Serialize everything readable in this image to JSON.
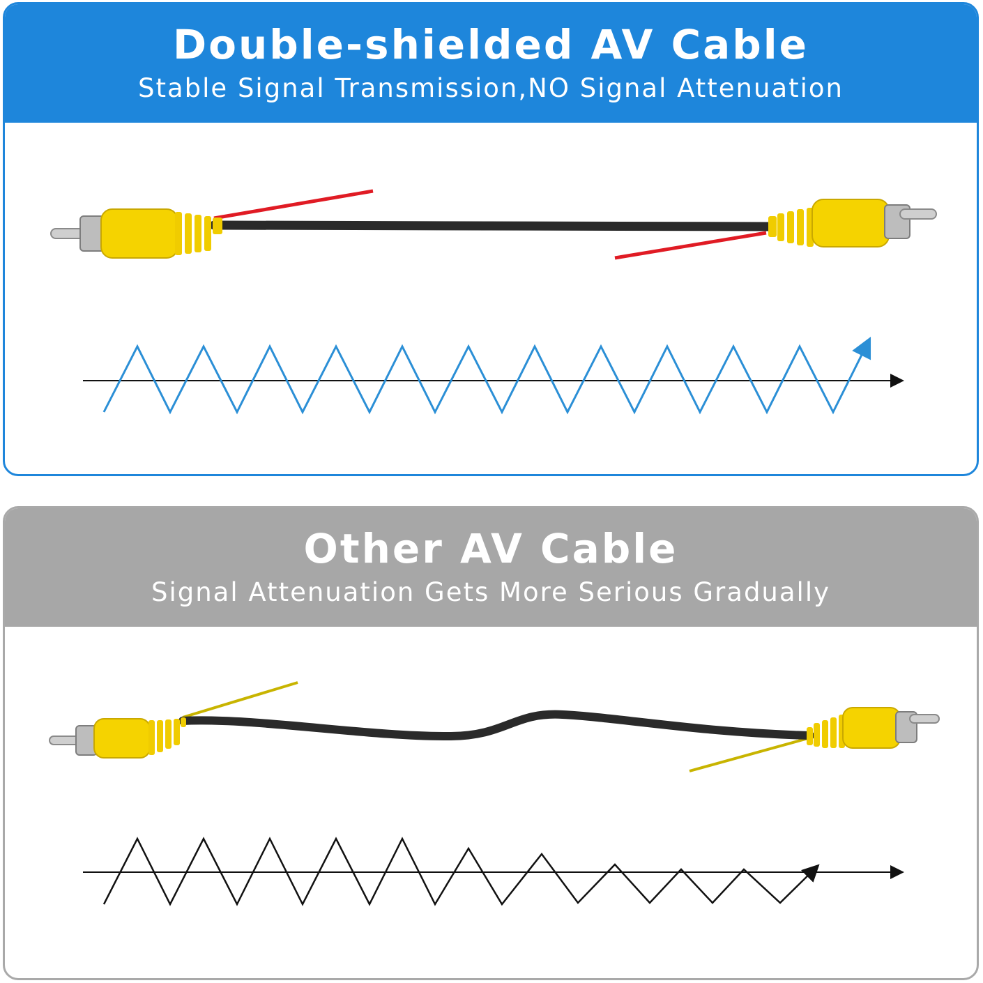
{
  "panels": {
    "top": {
      "title": "Double-shielded AV Cable",
      "subtitle": "Stable Signal Transmission,NO Signal Attenuation",
      "accent_color": "#1e86db",
      "signal_color": "#2b8fd6",
      "signal_pattern": "constant-amplitude"
    },
    "bottom": {
      "title": "Other AV Cable",
      "subtitle": "Signal Attenuation Gets More Serious Gradually",
      "accent_color": "#a7a7a7",
      "signal_color": "#111111",
      "signal_pattern": "decreasing-amplitude"
    }
  },
  "cable": {
    "connector_color": "#f5d300",
    "plug_color": "#c8c8c8",
    "wire_color": "#2a2a2a",
    "top_lead_color": "#e01b24",
    "bottom_lead_color": "#c8b400"
  }
}
